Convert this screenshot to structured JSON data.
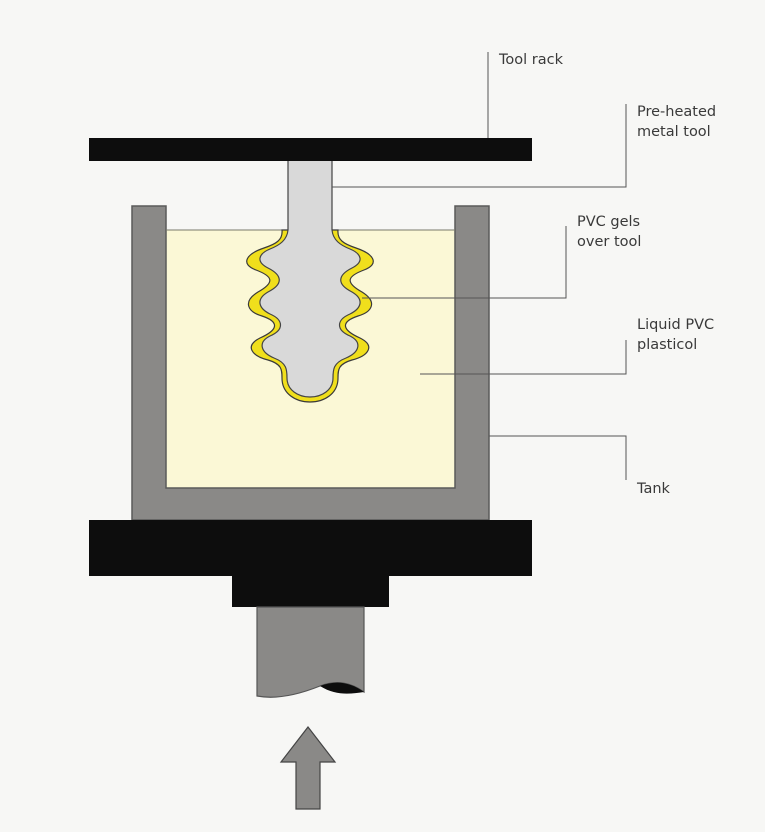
{
  "labels": {
    "tool_rack": "Tool rack",
    "metal_tool": [
      "Pre-heated",
      "metal tool"
    ],
    "pvc_gels": [
      "PVC gels",
      "over tool"
    ],
    "liquid_pvc": [
      "Liquid PVC",
      "plasticol"
    ],
    "tank": "Tank"
  },
  "colors": {
    "background": "#f7f7f5",
    "rack": "#0d0d0d",
    "tank_wall": "#8a8987",
    "liquid": "#fbf8d6",
    "gel": "#f0df1c",
    "tool": "#d9d9d9",
    "ram": "#8a8987",
    "leader_line": "#555555"
  },
  "icons": {
    "push_arrow": "up-arrow-icon"
  }
}
